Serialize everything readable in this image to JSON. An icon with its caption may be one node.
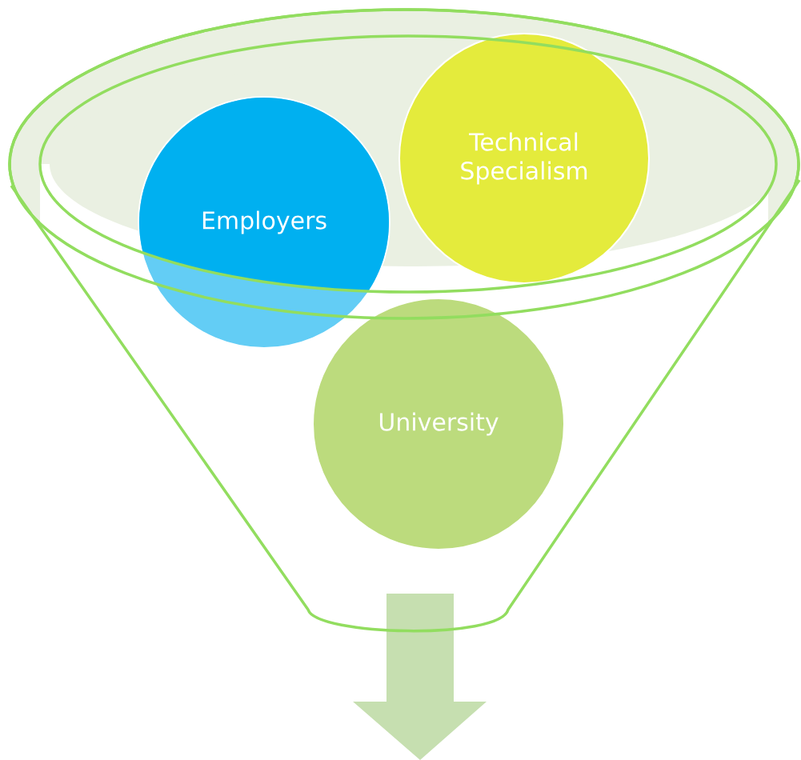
{
  "diagram": {
    "nodes": [
      {
        "text": [
          "Employers"
        ]
      },
      {
        "text": [
          "Technical Specialism"
        ]
      },
      {
        "text": [
          "University"
        ]
      }
    ]
  }
}
